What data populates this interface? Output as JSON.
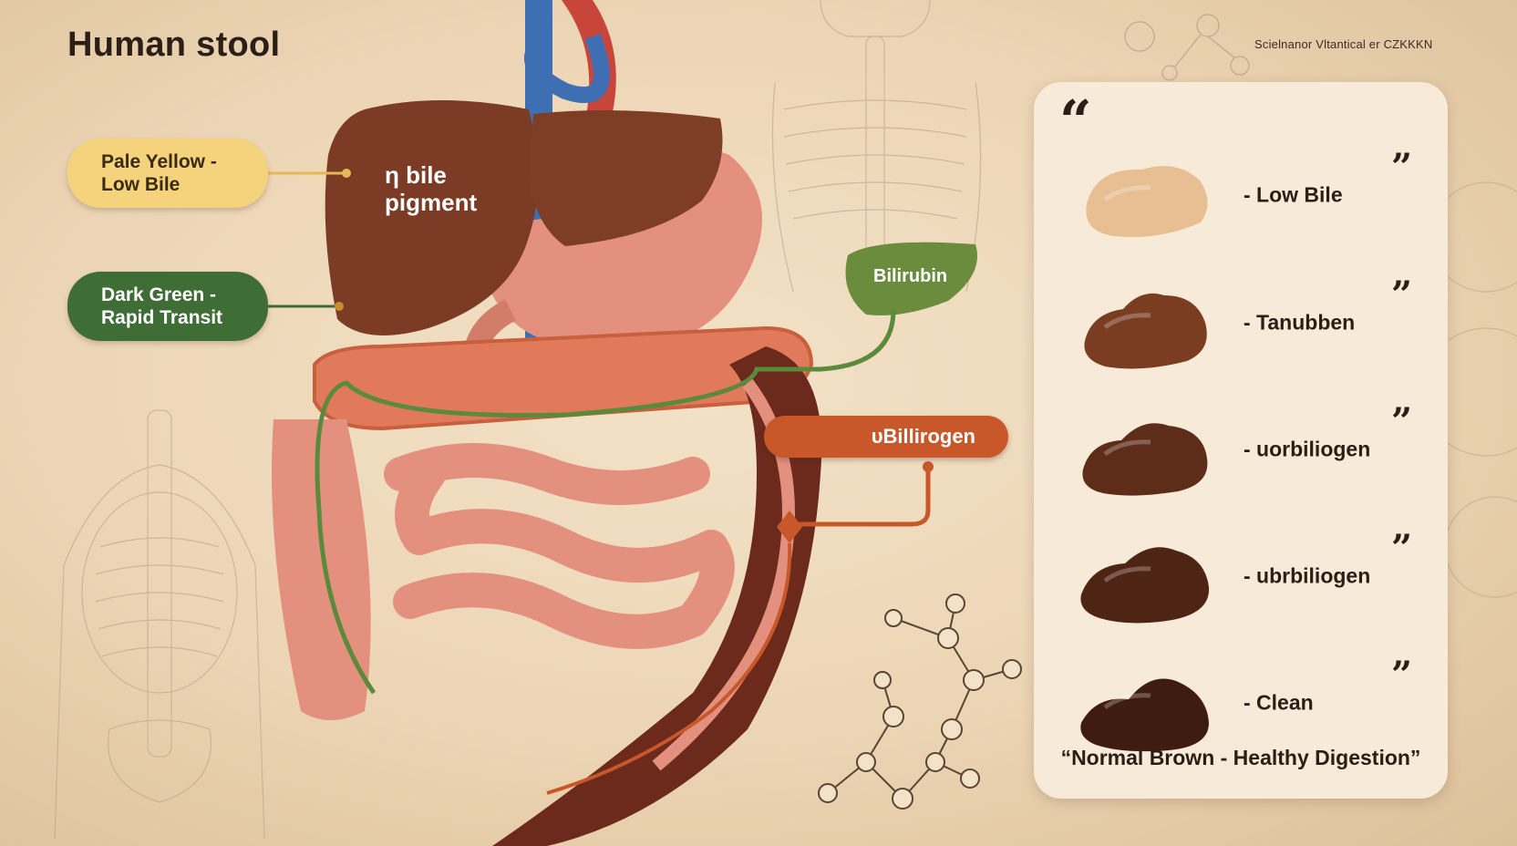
{
  "title": "Human stool",
  "watermark": "Scielnanor Vltantical er CZKKKN",
  "labels": {
    "pale": "Pale Yellow - Low Bile",
    "green": "Dark Green - Rapid Transit",
    "liver": "η bile pigment",
    "gallbladder": "Bilirubin",
    "urobilinogen": "υBillirogen"
  },
  "panel": {
    "open_quote": "“",
    "close_quote": "”",
    "items": [
      {
        "label": "- Low Bile",
        "color": "#e8bf92"
      },
      {
        "label": "- Tanubben",
        "color": "#7a3d22"
      },
      {
        "label": "- uorbiliogen",
        "color": "#5e2d1a"
      },
      {
        "label": "- ubrbiliogen",
        "color": "#4e2414"
      },
      {
        "label": "- Clean",
        "color": "#3e1c10"
      }
    ],
    "caption": "“Normal Brown - Healthy Digestion”"
  },
  "colors": {
    "liver": "#7b3b24",
    "intestine": "#e3907e",
    "bile_path": "#5a8a3c",
    "urobilinogen_path": "#c8582a",
    "vein": "#3f6fb3",
    "artery": "#c8453c"
  }
}
